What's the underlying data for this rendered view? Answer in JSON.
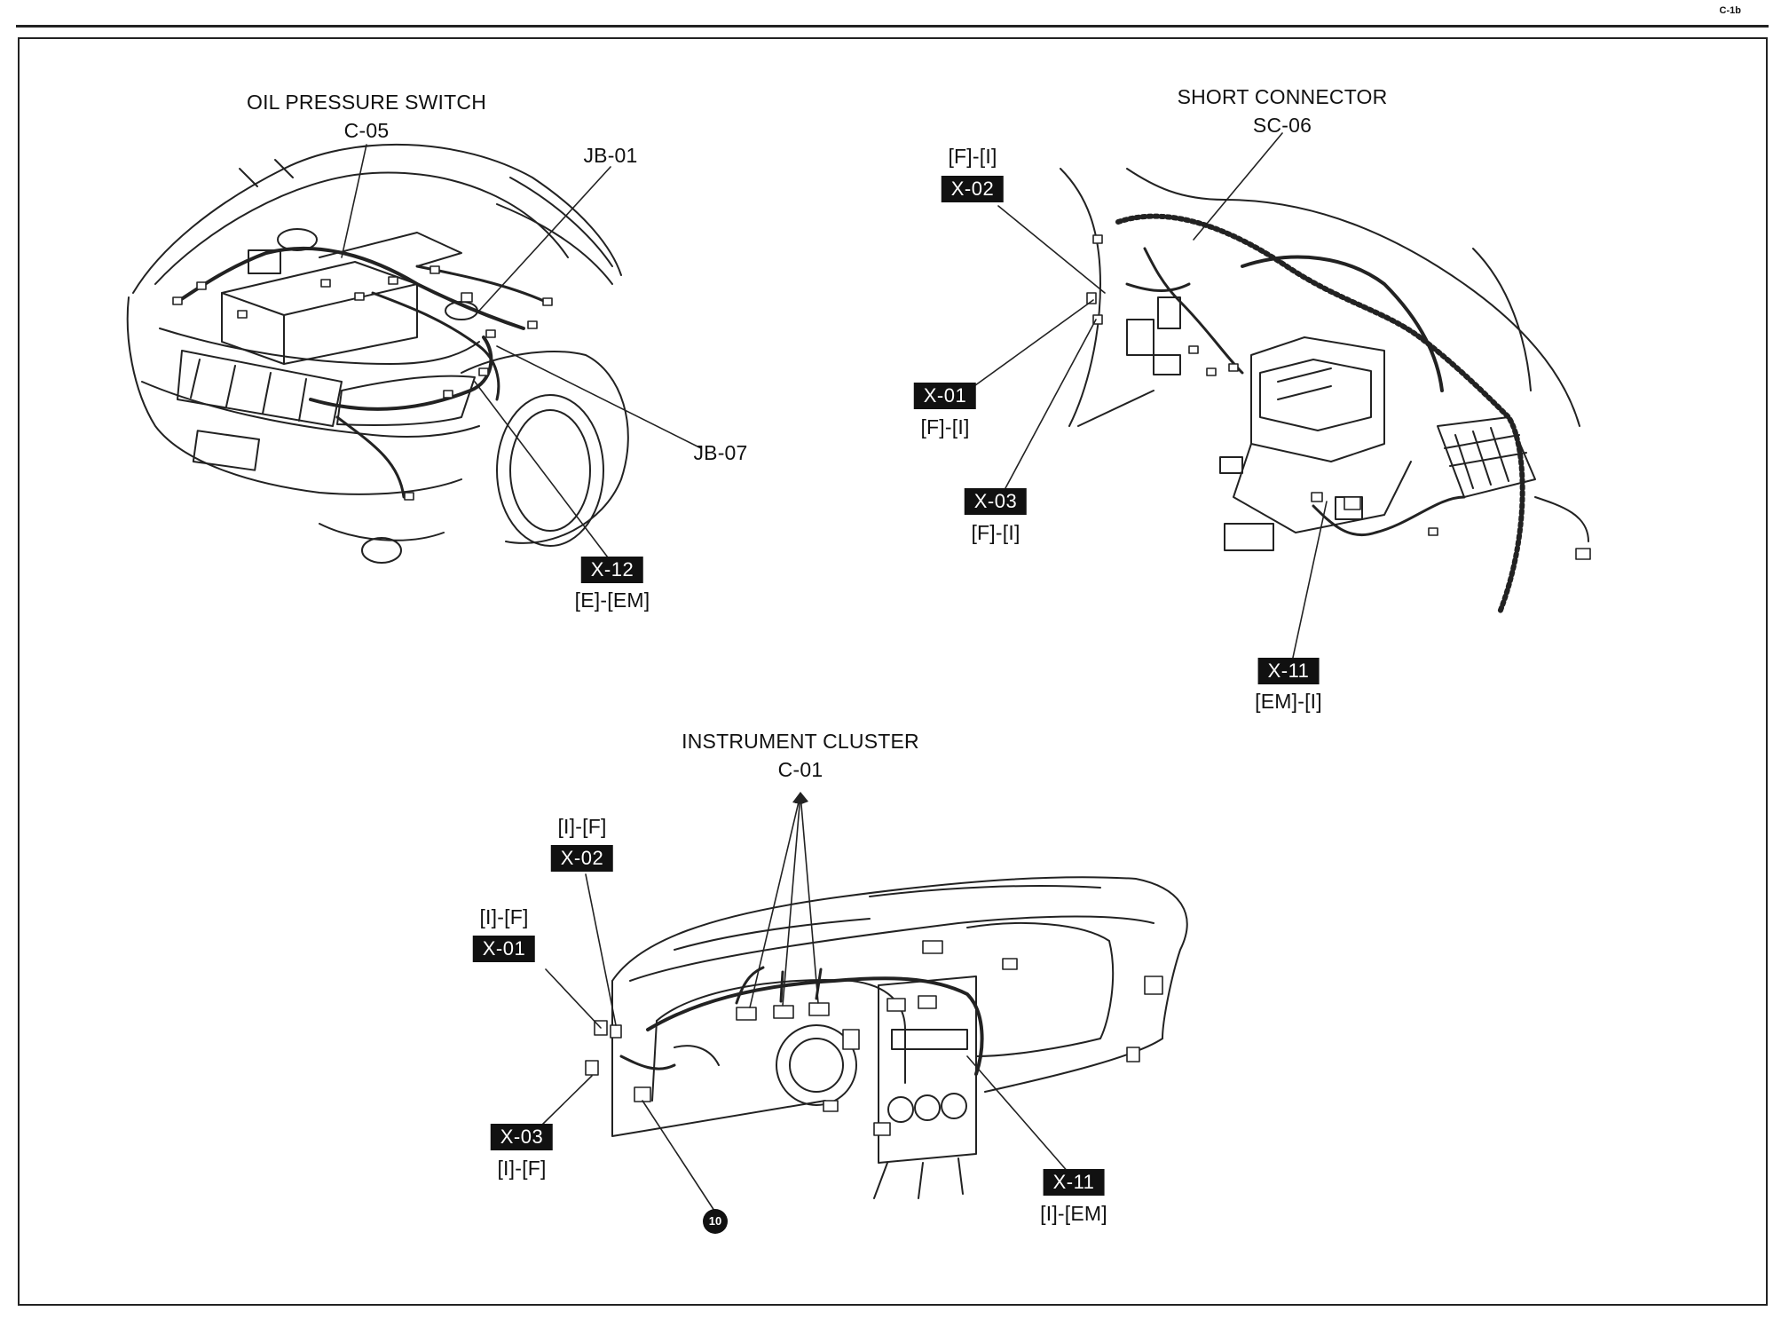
{
  "page_code": "C-1b",
  "engine": {
    "oil_pressure_switch": "OIL PRESSURE SWITCH",
    "oil_pressure_switch_code": "C-05",
    "jb01": "JB-01",
    "jb07": "JB-07",
    "x12": "X-12",
    "x12_mating": "[E]-[EM]"
  },
  "cabin": {
    "short_connector": "SHORT CONNECTOR",
    "short_connector_code": "SC-06",
    "x02_mating": "[F]-[I]",
    "x02": "X-02",
    "x01": "X-01",
    "x01_mating": "[F]-[I]",
    "x03": "X-03",
    "x03_mating": "[F]-[I]",
    "x11": "X-11",
    "x11_mating": "[EM]-[I]"
  },
  "dash": {
    "instrument_cluster": "INSTRUMENT CLUSTER",
    "instrument_cluster_code": "C-01",
    "x02_mating": "[I]-[F]",
    "x02": "X-02",
    "x01_mating": "[I]-[F]",
    "x01": "X-01",
    "x03": "X-03",
    "x03_mating": "[I]-[F]",
    "x11": "X-11",
    "x11_mating": "[I]-[EM]",
    "ground_point": "10"
  }
}
